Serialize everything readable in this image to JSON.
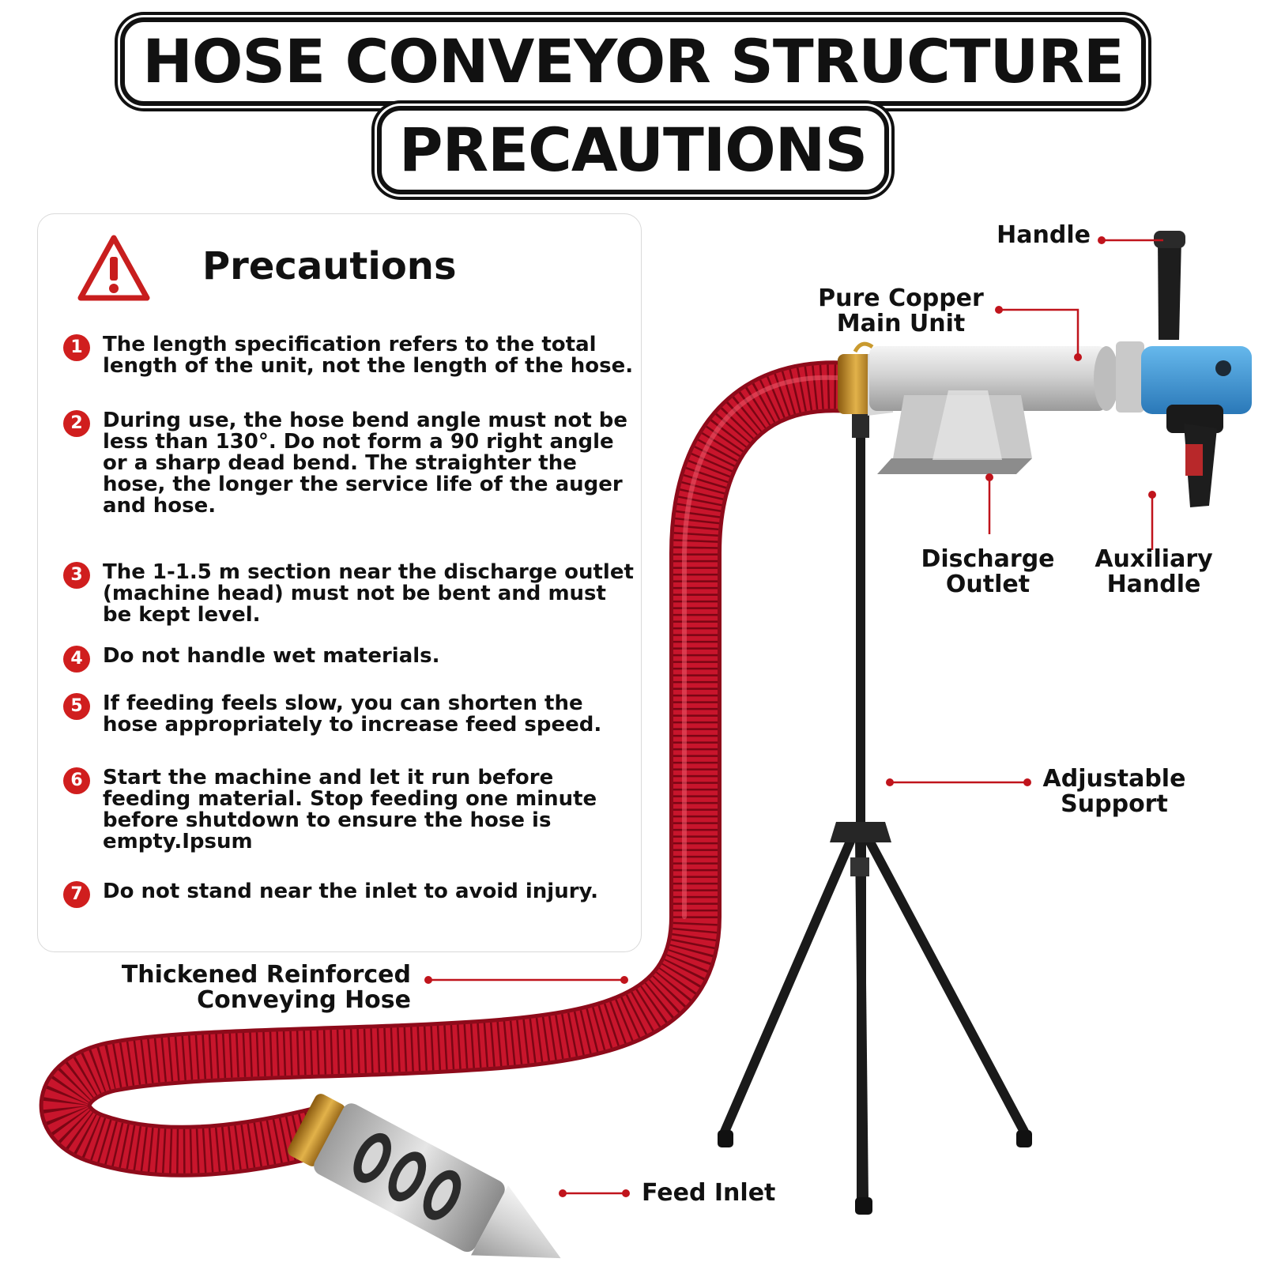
{
  "title": {
    "line1": "HOSE CONVEYOR STRUCTURE",
    "line2": "PRECAUTIONS"
  },
  "precautions": {
    "heading": "Precautions",
    "icon": "warning-triangle-icon",
    "items": [
      {
        "num": "1",
        "text": "The length specification refers to the total length of the unit, not the length of the hose."
      },
      {
        "num": "2",
        "text": "During use, the hose bend angle must not be less than 130°. Do not form a 90 right angle or a sharp dead bend. The straighter the hose, the longer the service life of the auger and hose."
      },
      {
        "num": "3",
        "text": "The 1-1.5 m section near the discharge outlet (machine head) must not be bent and must be kept level."
      },
      {
        "num": "4",
        "text": "Do not handle wet materials."
      },
      {
        "num": "5",
        "text": "If feeding feels slow, you can shorten the hose appropriately to increase feed speed."
      },
      {
        "num": "6",
        "text": "Start the machine and let it run before feeding material. Stop feeding one minute before shutdown to ensure the hose is empty.Ipsum"
      },
      {
        "num": "7",
        "text": "Do not stand near the inlet to avoid injury."
      }
    ]
  },
  "labels": {
    "handle": "Handle",
    "main_unit_1": "Pure Copper",
    "main_unit_2": "Main Unit",
    "discharge_1": "Discharge",
    "discharge_2": "Outlet",
    "auxiliary_1": "Auxiliary",
    "auxiliary_2": "Handle",
    "support_1": "Adjustable",
    "support_2": "Support",
    "hose_1": "Thickened Reinforced",
    "hose_2": "Conveying Hose",
    "feed_inlet": "Feed Inlet"
  },
  "colors": {
    "accent_red": "#d01e1e",
    "hose_red": "#c8152c",
    "leader_line": "#c0141c",
    "motor_blue": "#3e9ad8"
  }
}
